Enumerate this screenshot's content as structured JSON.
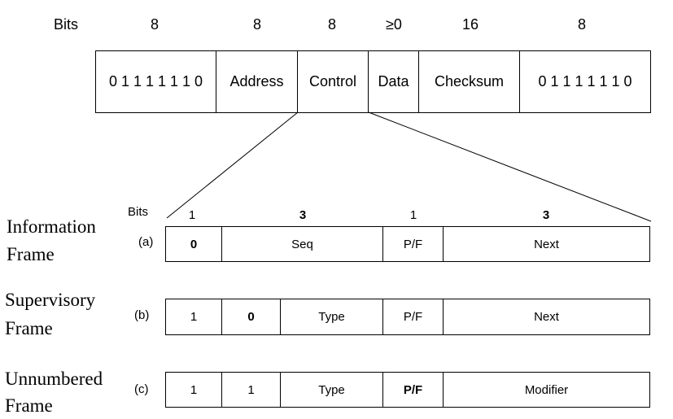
{
  "top_frame": {
    "bits_label": "Bits",
    "bit_widths": [
      "8",
      "8",
      "8",
      "≥0",
      "16",
      "8"
    ],
    "fields": [
      "0 1 1 1 1 1 1 0",
      "Address",
      "Control",
      "Data",
      "Checksum",
      "0 1 1 1 1 1 1 0"
    ]
  },
  "control_detail": {
    "bits_label": "Bits",
    "bit_widths": [
      "1",
      "3",
      "1",
      "3"
    ],
    "frames": [
      {
        "name_line1": "Information",
        "name_line2": "Frame",
        "tag": "(a)",
        "fields": [
          "0",
          "Seq",
          "P/F",
          "Next"
        ]
      },
      {
        "name_line1": "Supervisory",
        "name_line2": "Frame",
        "tag": "(b)",
        "fields": [
          "1",
          "0",
          "Type",
          "P/F",
          "Next"
        ]
      },
      {
        "name_line1": "Unnumbered",
        "name_line2": "Frame",
        "tag": "(c)",
        "fields": [
          "1",
          "1",
          "Type",
          "P/F",
          "Modifier"
        ]
      }
    ]
  }
}
